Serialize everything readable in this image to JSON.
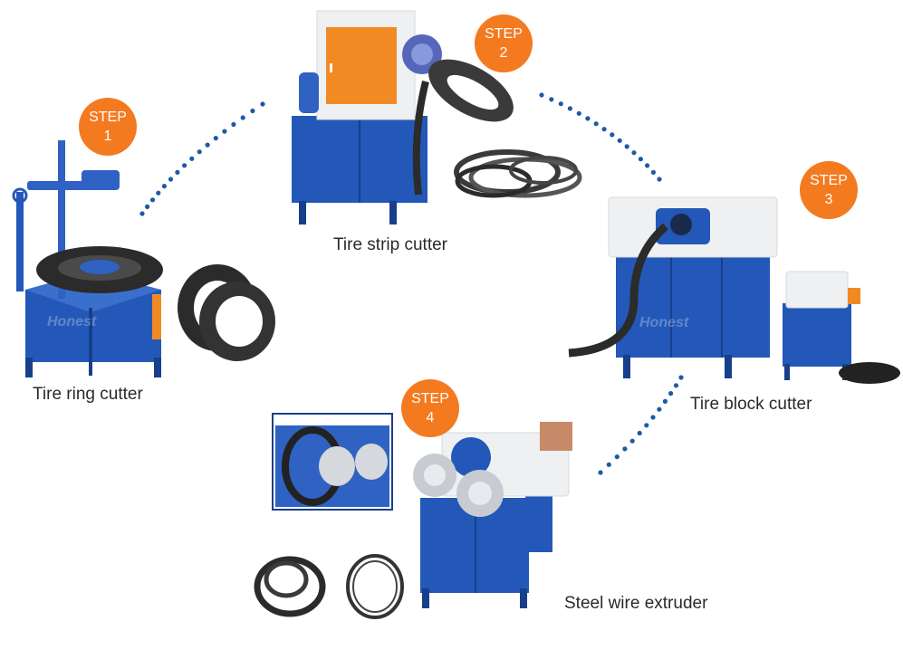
{
  "title": "Tire recycling process",
  "colors": {
    "badge": "#f47a20",
    "machine_blue": "#2358b8",
    "machine_blue_dark": "#173f8c",
    "machine_white": "#eef0f2",
    "panel_orange": "#f28a24",
    "dots": "#1d5aa6",
    "rubber": "#2b2b2b"
  },
  "watermark": "Honest",
  "steps": [
    {
      "step_word": "STEP",
      "number": "1",
      "label": "Tire ring cutter",
      "icon": "tire-ring-cutter-machine"
    },
    {
      "step_word": "STEP",
      "number": "2",
      "label": "Tire strip cutter",
      "icon": "tire-strip-cutter-machine"
    },
    {
      "step_word": "STEP",
      "number": "3",
      "label": "Tire block cutter",
      "icon": "tire-block-cutter-machine"
    },
    {
      "step_word": "STEP",
      "number": "4",
      "label": "Steel wire extruder",
      "icon": "steel-wire-extruder-machine"
    }
  ]
}
